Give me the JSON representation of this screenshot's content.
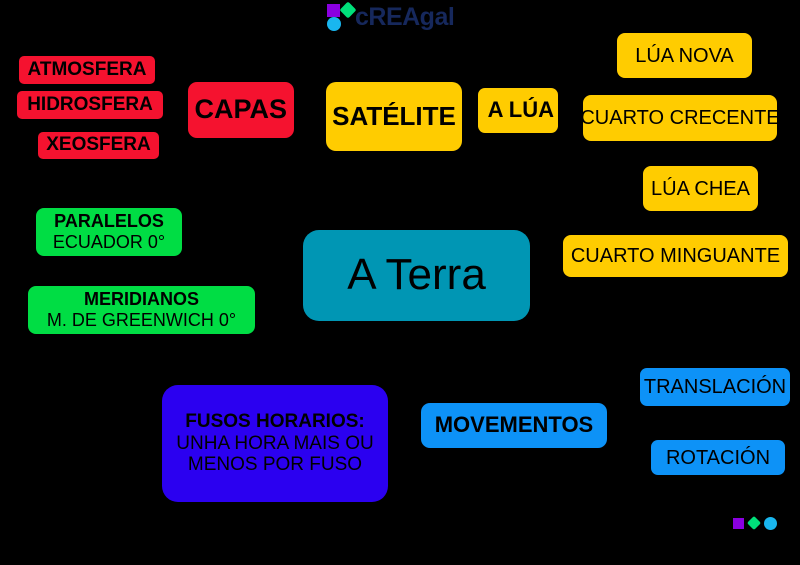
{
  "logo": {
    "text": "cREAgal",
    "square_color": "#8a00e0",
    "diamond_color": "#00e07a",
    "circle_color": "#19b6ef",
    "text_color": "#16285c"
  },
  "colors": {
    "background": "#000000",
    "red": "#f5122f",
    "yellow": "#ffcc00",
    "green": "#00dd44",
    "teal": "#0096b4",
    "blue": "#0d92f7",
    "violet": "#2b00f0",
    "text": "#000000"
  },
  "center": {
    "label": "A Terra"
  },
  "branches": {
    "capas": {
      "label": "CAPAS",
      "children": [
        {
          "label": "ATMOSFERA"
        },
        {
          "label": "HIDROSFERA"
        },
        {
          "label": "XEOSFERA"
        }
      ]
    },
    "satelite": {
      "label": "SATÉLITE",
      "moon": {
        "label": "A LÚA"
      },
      "phases": [
        {
          "label": "LÚA NOVA"
        },
        {
          "label": "CUARTO CRECENTE"
        },
        {
          "label": "LÚA CHEA"
        },
        {
          "label": "CUARTO MINGUANTE"
        }
      ]
    },
    "coordinates": [
      {
        "title": "PARALELOS",
        "detail": "ECUADOR 0°"
      },
      {
        "title": "MERIDIANOS",
        "detail": "M. DE GREENWICH 0°"
      }
    ],
    "fusos": {
      "title": "FUSOS HORARIOS:",
      "line2": "UNHA HORA MAIS OU",
      "line3": "MENOS POR FUSO"
    },
    "movementos": {
      "label": "MOVEMENTOS",
      "children": [
        {
          "label": "TRANSLACIÓN"
        },
        {
          "label": "ROTACIÓN"
        }
      ]
    }
  },
  "footer_marks": {
    "square_color": "#8a00e0",
    "diamond_color": "#00e07a",
    "circle_color": "#19b6ef"
  }
}
